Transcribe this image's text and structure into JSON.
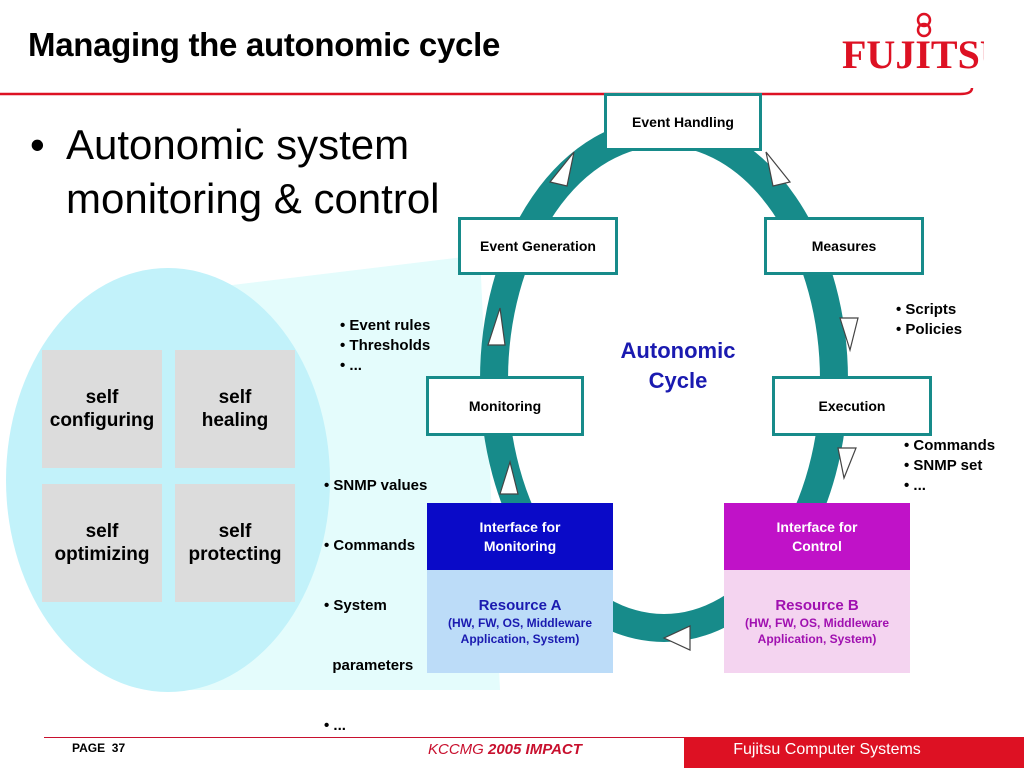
{
  "title": "Managing the autonomic cycle",
  "logo": {
    "text": "FUJITSU",
    "color": "#dd1123"
  },
  "bullet": {
    "marker": "•",
    "lines": [
      "Autonomic system",
      "monitoring & control"
    ]
  },
  "self_cells": [
    {
      "lines": [
        "self",
        "configuring"
      ]
    },
    {
      "lines": [
        "self",
        "healing"
      ]
    },
    {
      "lines": [
        "self",
        "optimizing"
      ]
    },
    {
      "lines": [
        "self",
        "protecting"
      ]
    }
  ],
  "cycle": {
    "center_lines": [
      "Autonomic",
      "Cycle"
    ],
    "ring_color": "#178b8a",
    "nodes": {
      "event_handling": "Event Handling",
      "event_generation": "Event Generation",
      "measures": "Measures",
      "monitoring": "Monitoring",
      "execution": "Execution"
    }
  },
  "notes": {
    "event_generation": [
      "• Event rules",
      "• Thresholds",
      "• ..."
    ],
    "measures": [
      "• Scripts",
      "• Policies"
    ],
    "monitoring": [
      "• SNMP values",
      "• Commands",
      "• System",
      "  parameters",
      "• ..."
    ],
    "execution": [
      "• Commands",
      "• SNMP set",
      "• ..."
    ]
  },
  "interfaces": {
    "monitoring": {
      "lines": [
        "Interface for",
        "Monitoring"
      ],
      "color": "#0a0ac8"
    },
    "control": {
      "lines": [
        "Interface for",
        "Control"
      ],
      "color": "#c012c8"
    }
  },
  "resources": {
    "a": {
      "title": "Resource A",
      "sub": [
        "(HW, FW, OS, Middleware",
        "Application, System)"
      ],
      "color": "#1a1ab0",
      "bg": "#bcdcf8"
    },
    "b": {
      "title": "Resource B",
      "sub": [
        "(HW, FW, OS, Middleware",
        "Application, System)"
      ],
      "color": "#a010b0",
      "bg": "#f4d4f0"
    }
  },
  "footer": {
    "page_label": "PAGE",
    "page_number": "37",
    "event_prefix": "KCCMG ",
    "event_main": "2005 IMPACT",
    "company": "Fujitsu Computer Systems"
  }
}
